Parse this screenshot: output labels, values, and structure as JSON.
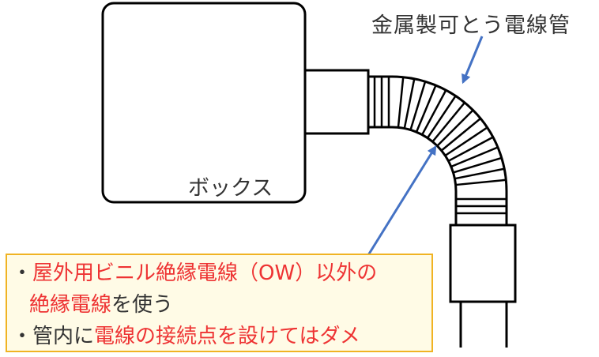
{
  "labels": {
    "conduit": "金属製可とう電線管",
    "box": "ボックス"
  },
  "note": {
    "bullet": "・",
    "line1_red": "屋外用ビニル絶縁電線（OW）以外の",
    "line2_red": "絶縁電線",
    "line2_black": "を使う",
    "line3_black": "管内に",
    "line3_red": "電線の接続点を設けてはダメ"
  },
  "colors": {
    "arrow": "#4472c4",
    "warning_text": "#ee3333",
    "note_background": "#fffbe6",
    "note_border": "#f0b323",
    "outline": "#000000",
    "text": "#333333"
  }
}
